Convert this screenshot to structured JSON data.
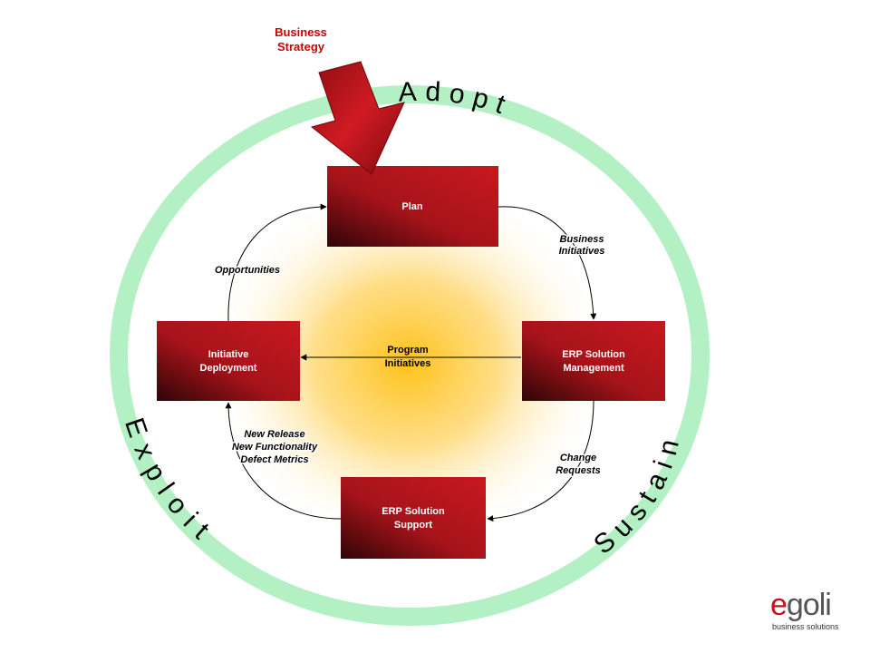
{
  "strategy": {
    "line1": "Business",
    "line2": "Strategy",
    "color": "#cc0000"
  },
  "phases": {
    "adopt": "Adopt",
    "sustain": "Sustain",
    "exploit": "Exploit"
  },
  "boxes": {
    "plan": {
      "line1": "Plan",
      "line2": ""
    },
    "erp_management": {
      "line1": "ERP Solution",
      "line2": "Management"
    },
    "erp_support": {
      "line1": "ERP Solution",
      "line2": "Support"
    },
    "initiative_deployment": {
      "line1": "Initiative",
      "line2": "Deployment"
    }
  },
  "flows": {
    "business_initiatives": [
      "Business",
      "Initiatives"
    ],
    "change_requests": [
      "Change",
      "Requests"
    ],
    "new_release": [
      "New Release",
      "New Functionality",
      "Defect Metrics"
    ],
    "opportunities": [
      "Opportunities"
    ],
    "program_initiatives": [
      "Program",
      "Initiatives"
    ]
  },
  "colors": {
    "ring": "#b3f0c4",
    "box_red": "#c0161c",
    "box_dark": "#3a0608",
    "glow": "#ffcc33"
  },
  "logo": {
    "e": "e",
    "rest": "goli",
    "tagline": "business solutions"
  }
}
